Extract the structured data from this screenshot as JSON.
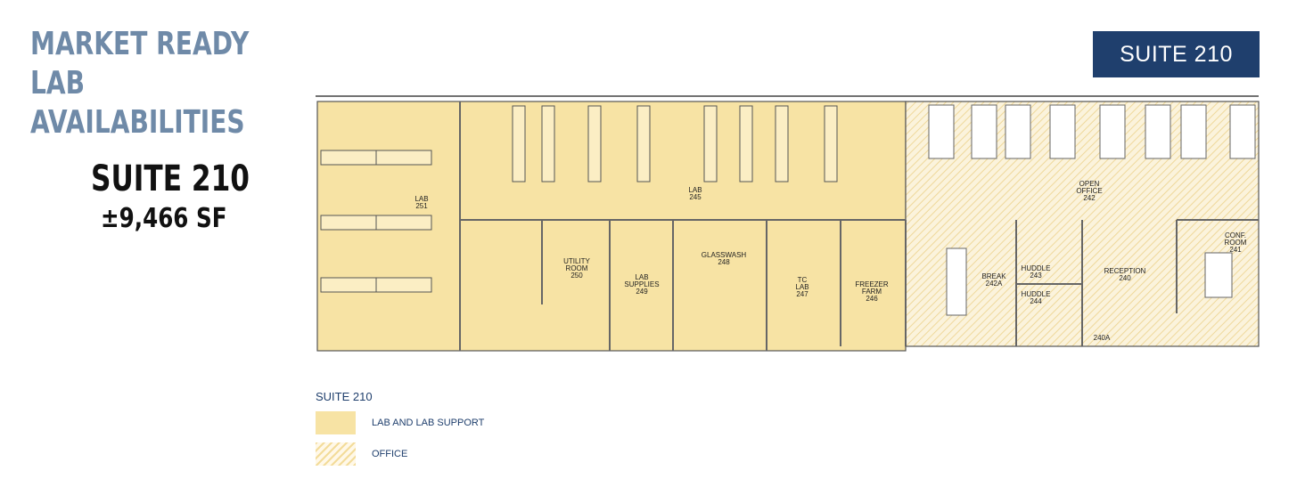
{
  "header": {
    "title_line1": "MARKET READY LAB",
    "title_line2": "AVAILABILITIES"
  },
  "suite": {
    "name": "SUITE 210",
    "area": "±9,466 SF",
    "badge": "SUITE 210"
  },
  "colors": {
    "title": "#6f8aa8",
    "badge_bg": "#1f3f6d",
    "lab": "#f7e3a4",
    "office_hatch": "#f3dc9a"
  },
  "rooms": [
    {
      "name": "LAB",
      "number": "251"
    },
    {
      "name": "LAB",
      "number": "245"
    },
    {
      "name": "UTILITY ROOM",
      "number": "250"
    },
    {
      "name": "LAB SUPPLIES",
      "number": "249"
    },
    {
      "name": "GLASSWASH",
      "number": "248"
    },
    {
      "name": "TC LAB",
      "number": "247"
    },
    {
      "name": "FREEZER FARM",
      "number": "246"
    },
    {
      "name": "OPEN OFFICE",
      "number": "242"
    },
    {
      "name": "BREAK",
      "number": "242A"
    },
    {
      "name": "HUDDLE",
      "number": "243"
    },
    {
      "name": "HUDDLE",
      "number": "244"
    },
    {
      "name": "RECEPTION",
      "number": "240"
    },
    {
      "name": "CONF. ROOM",
      "number": "241"
    },
    {
      "name": "",
      "number": "240A"
    }
  ],
  "legend": {
    "title": "SUITE 210",
    "items": [
      {
        "label": "LAB AND LAB SUPPORT",
        "type": "lab"
      },
      {
        "label": "OFFICE",
        "type": "office"
      }
    ]
  }
}
